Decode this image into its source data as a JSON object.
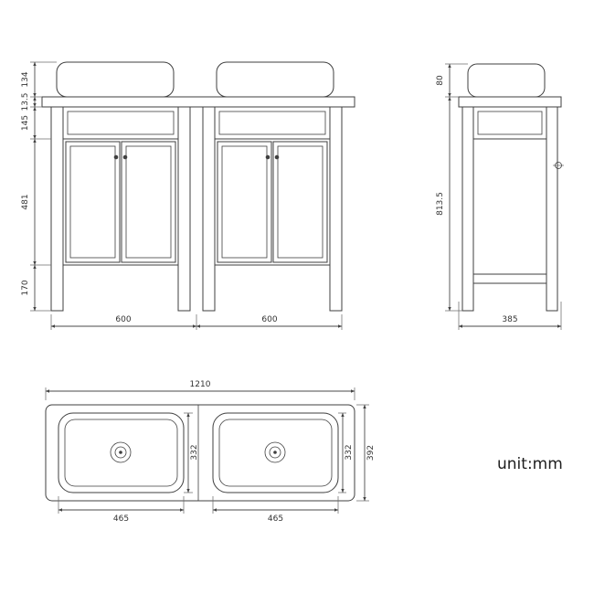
{
  "unit_label": "unit:mm",
  "views": {
    "front": {
      "dims": {
        "basin_height": "134",
        "countertop_thickness": "13.5",
        "apron_height": "145",
        "door_height": "481",
        "leg_clearance": "170",
        "left_cabinet_width": "600",
        "right_cabinet_width": "600"
      }
    },
    "side": {
      "dims": {
        "basin_height": "80",
        "frame_height": "813.5",
        "depth": "385"
      }
    },
    "top": {
      "dims": {
        "overall_width": "1210",
        "left_basin_depth": "332",
        "right_basin_depth": "332",
        "overall_depth": "392",
        "left_basin_width": "465",
        "right_basin_width": "465"
      }
    }
  }
}
